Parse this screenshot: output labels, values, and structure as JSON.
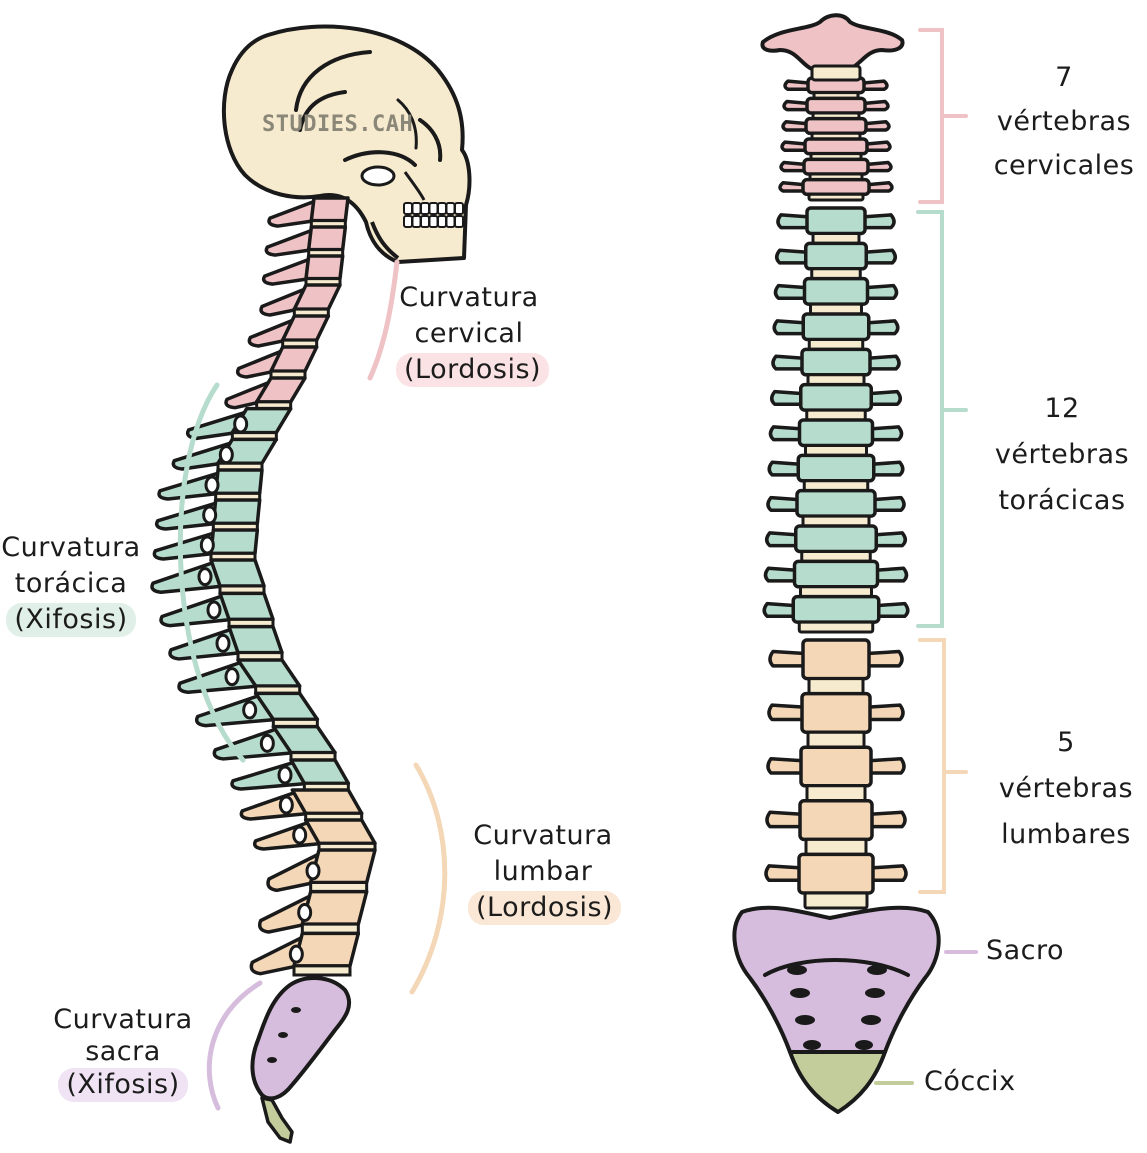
{
  "watermark": "STUDIES.CAH",
  "colors": {
    "bone": "#f7ebcf",
    "cervical": "#efc3c5",
    "thoracic": "#b6dccd",
    "lumbar": "#f3d7b6",
    "sacrum": "#d7bddd",
    "coccyx": "#c2cd9b",
    "outline": "#1a1a1a",
    "pill_cervical": "#fbe3e5",
    "pill_thoracic": "#e1efe9",
    "pill_lumbar": "#fbe7d5",
    "pill_sacral": "#f0e4f4"
  },
  "lateral_view": {
    "cervical": {
      "line1": "Curvatura",
      "line2": "cervical",
      "tag": "(Lordosis)"
    },
    "thoracic": {
      "line1": "Curvatura",
      "line2": "torácica",
      "tag": "(Xifosis)"
    },
    "lumbar": {
      "line1": "Curvatura",
      "line2": "lumbar",
      "tag": "(Lordosis)"
    },
    "sacral": {
      "line1": "Curvatura",
      "line2": "sacra",
      "tag": "(Xifosis)"
    }
  },
  "anterior_view": {
    "cervical": {
      "line1": "7 vértebras",
      "line2": "cervicales",
      "count": 7
    },
    "thoracic": {
      "line1": "12 vértebras",
      "line2": "torácicas",
      "count": 12
    },
    "lumbar": {
      "line1": "5 vértebras",
      "line2": "lumbares",
      "count": 5
    },
    "sacrum": {
      "label": "Sacro"
    },
    "coccyx": {
      "label": "Cóccix"
    }
  }
}
